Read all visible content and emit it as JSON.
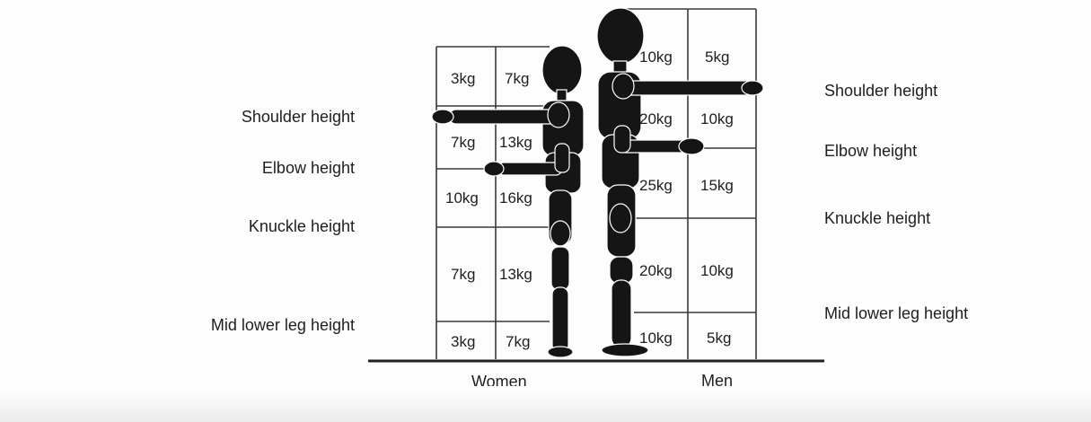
{
  "colors": {
    "ink": "#1a1a1a",
    "figure": "#111111",
    "paper": "#fdfdfd"
  },
  "women": {
    "label": "Women",
    "heights": [
      "Shoulder height",
      "Elbow height",
      "Knuckle height",
      "Mid lower leg height"
    ],
    "rows": [
      {
        "outer": "3kg",
        "inner": "7kg"
      },
      {
        "outer": "7kg",
        "inner": "13kg"
      },
      {
        "outer": "10kg",
        "inner": "16kg"
      },
      {
        "outer": "7kg",
        "inner": "13kg"
      },
      {
        "outer": "3kg",
        "inner": "7kg"
      }
    ]
  },
  "men": {
    "label": "Men",
    "heights": [
      "Shoulder height",
      "Elbow height",
      "Knuckle height",
      "Mid lower leg height"
    ],
    "rows": [
      {
        "inner": "10kg",
        "outer": "5kg"
      },
      {
        "inner": "20kg",
        "outer": "10kg"
      },
      {
        "inner": "25kg",
        "outer": "15kg"
      },
      {
        "inner": "20kg",
        "outer": "10kg"
      },
      {
        "inner": "10kg",
        "outer": "5kg"
      }
    ]
  }
}
